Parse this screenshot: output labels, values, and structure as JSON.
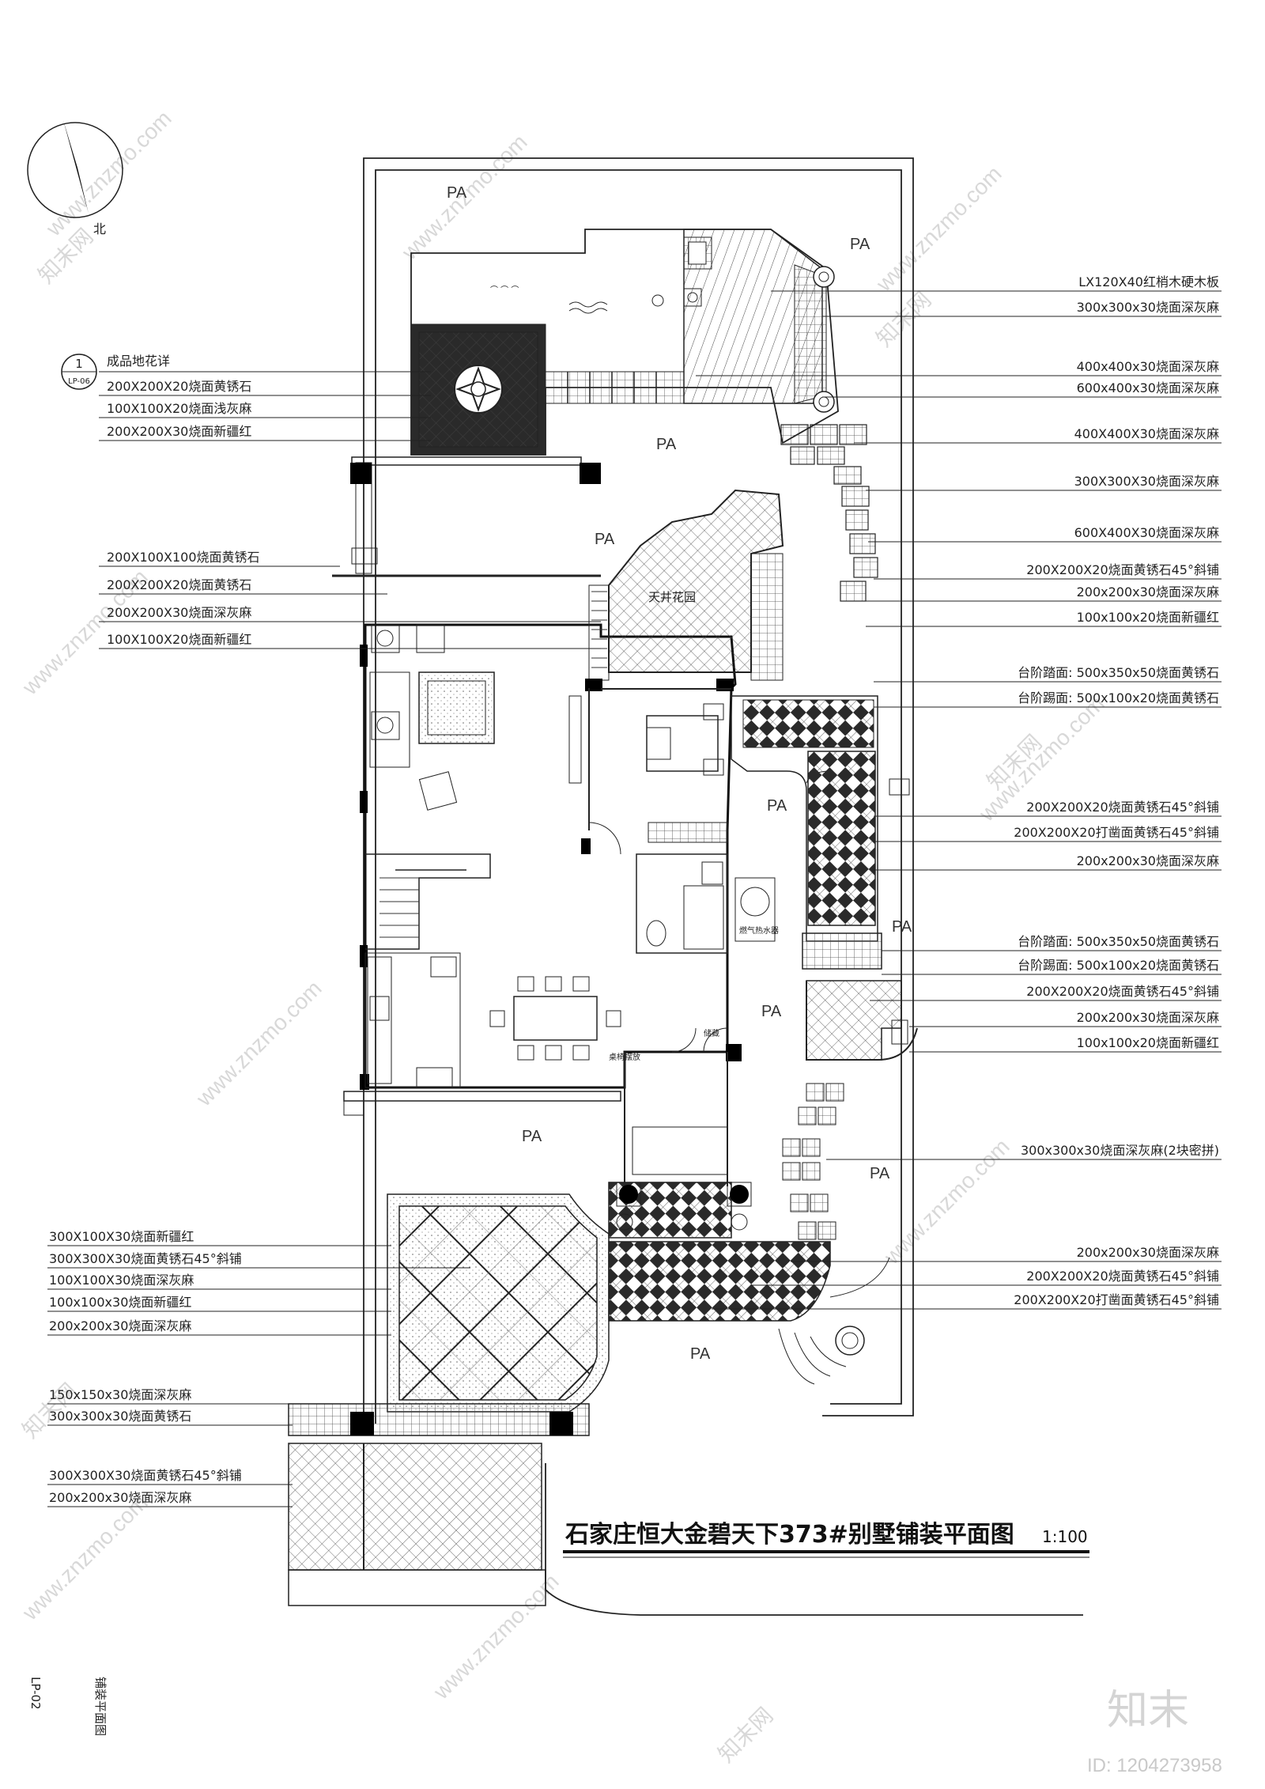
{
  "drawing": {
    "title": "石家庄恒大金碧天下373#别墅铺装平面图",
    "scale": "1:100",
    "north_label": "北",
    "sheet_code": "LP-02",
    "sheet_name": "铺装平面图",
    "detail_ref": {
      "number": "1",
      "sheet": "LP-06"
    },
    "inner_labels": {
      "courtyard": "天井花园",
      "mech": "燃气热水器",
      "store": "储藏",
      "table_note": "桌椅摆放"
    }
  },
  "area_tags": [
    "PA",
    "PA",
    "PA",
    "PA",
    "PA",
    "PA",
    "PA",
    "PA",
    "PA",
    "PA"
  ],
  "left_callouts": [
    "成品地花详",
    "200X200X20烧面黄锈石",
    "100X100X20烧面浅灰麻",
    "200X200X30烧面新疆红",
    "200X100X100烧面黄锈石",
    "200X200X20烧面黄锈石",
    "200X200X30烧面深灰麻",
    "100X100X20烧面新疆红",
    "300X100X30烧面新疆红",
    "300X300X30烧面黄锈石45°斜铺",
    "100X100X30烧面深灰麻",
    "100x100x30烧面新疆红",
    "200x200x30烧面深灰麻",
    "150x150x30烧面深灰麻",
    "300x300x30烧面黄锈石",
    "300X300X30烧面黄锈石45°斜铺",
    "200x200x30烧面深灰麻"
  ],
  "right_callouts": [
    "LX120X40红梢木硬木板",
    "300x300x30烧面深灰麻",
    "400x400x30烧面深灰麻",
    "600x400x30烧面深灰麻",
    "400X400X30烧面深灰麻",
    "300X300X30烧面深灰麻",
    "600X400X30烧面深灰麻",
    "200X200X20烧面黄锈石45°斜铺",
    "200x200x30烧面深灰麻",
    "100x100x20烧面新疆红",
    "台阶踏面: 500x350x50烧面黄锈石",
    "台阶踢面: 500x100x20烧面黄锈石",
    "200X200X20烧面黄锈石45°斜铺",
    "200X200X20打凿面黄锈石45°斜铺",
    "200x200x30烧面深灰麻",
    "台阶踏面: 500x350x50烧面黄锈石",
    "台阶踢面: 500x100x20烧面黄锈石",
    "200X200X20烧面黄锈石45°斜铺",
    "200x200x30烧面深灰麻",
    "100x100x20烧面新疆红",
    "300x300x30烧面深灰麻(2块密拼)",
    "200x200x30烧面深灰麻",
    "200X200X20烧面黄锈石45°斜铺",
    "200X200X20打凿面黄锈石45°斜铺"
  ],
  "watermark": {
    "site": "www.znzmo.com",
    "brand": "知末网",
    "logo": "知末",
    "id_text": "ID: 1204273958"
  },
  "colors": {
    "line": "#1a1a1a",
    "hatch": "#555555",
    "watermark": "#d8d8d8"
  }
}
